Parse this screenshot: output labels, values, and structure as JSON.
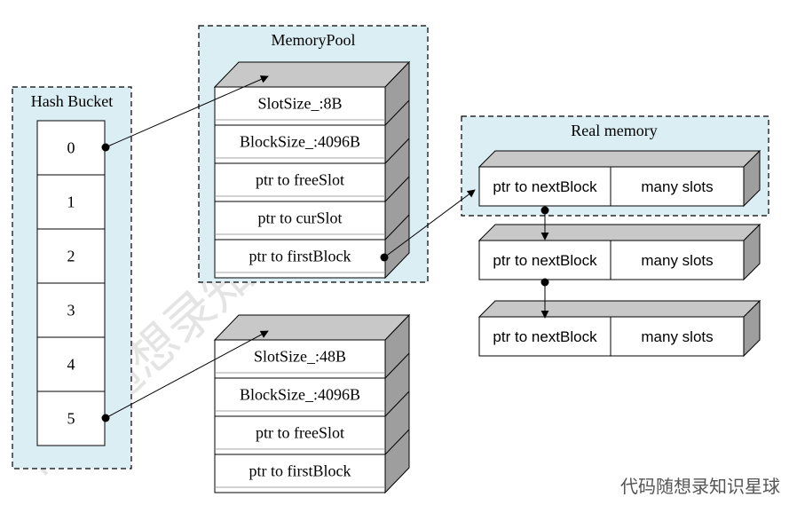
{
  "colors": {
    "container_fill": "#dbeef4",
    "block_top": "#c8c8c8",
    "block_side": "#9e9e9e",
    "stroke": "#000000"
  },
  "hash_bucket": {
    "title": "Hash Bucket",
    "slots": [
      "0",
      "1",
      "2",
      "3",
      "4",
      "5"
    ]
  },
  "memory_pool": {
    "title": "MemoryPool",
    "fields": [
      "SlotSize_:8B",
      "BlockSize_:4096B",
      "ptr to freeSlot",
      "ptr to curSlot",
      "ptr to firstBlock"
    ]
  },
  "pool_2": {
    "fields": [
      "SlotSize_:48B",
      "BlockSize_:4096B",
      "ptr to freeSlot",
      "ptr to firstBlock"
    ]
  },
  "real_memory": {
    "title": "Real memory",
    "blocks": [
      {
        "ptr": "ptr to nextBlock",
        "slots": "many slots"
      },
      {
        "ptr": "ptr to nextBlock",
        "slots": "many slots"
      },
      {
        "ptr": "ptr to nextBlock",
        "slots": "many slots"
      }
    ]
  },
  "watermark": {
    "text": "代码随想录知识星球"
  }
}
